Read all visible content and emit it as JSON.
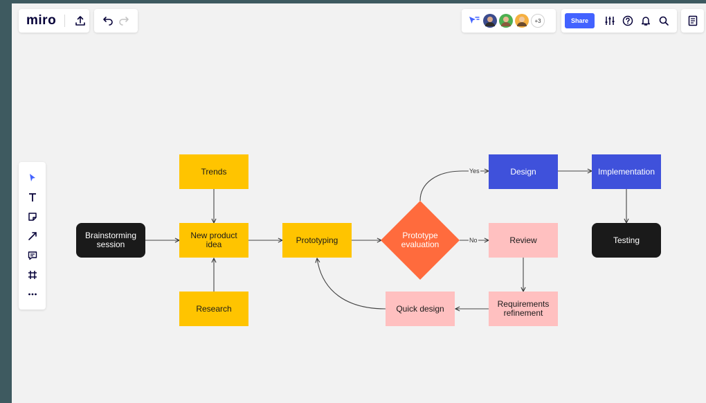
{
  "app": {
    "logo": "miro",
    "share_label": "Share",
    "extra_collaborators": "+3"
  },
  "colors": {
    "accent": "#4262ff",
    "process_yellow": "#ffc400",
    "terminal_dark": "#1a1a1a",
    "decision_orange": "#ff6b3d",
    "design_blue": "#3f51db",
    "review_pink": "#ffc0c0"
  },
  "icons": {
    "top_left": [
      "upload-icon"
    ],
    "history": [
      "undo-icon",
      "redo-icon"
    ],
    "collab": [
      "follow-cursor-icon",
      "avatar",
      "avatar",
      "avatar"
    ],
    "actions": [
      "settings-sliders-icon",
      "help-icon",
      "bell-icon",
      "search-icon"
    ],
    "notes": "notes-icon",
    "toolbar": [
      "select-icon",
      "text-icon",
      "sticky-note-icon",
      "connector-icon",
      "comment-icon",
      "frame-icon",
      "more-icon"
    ]
  },
  "flowchart": {
    "nodes": {
      "brainstorming": "Brainstorming\nsession",
      "trends": "Trends",
      "new_product_idea": "New product idea",
      "research": "Research",
      "prototyping": "Prototyping",
      "prototype_evaluation": "Prototype\nevaluation",
      "design": "Design",
      "implementation": "Implementation",
      "testing": "Testing",
      "review": "Review",
      "requirements_refinement": "Requirements\nrefinement",
      "quick_design": "Quick design"
    },
    "edge_labels": {
      "yes": "Yes",
      "no": "No"
    }
  }
}
